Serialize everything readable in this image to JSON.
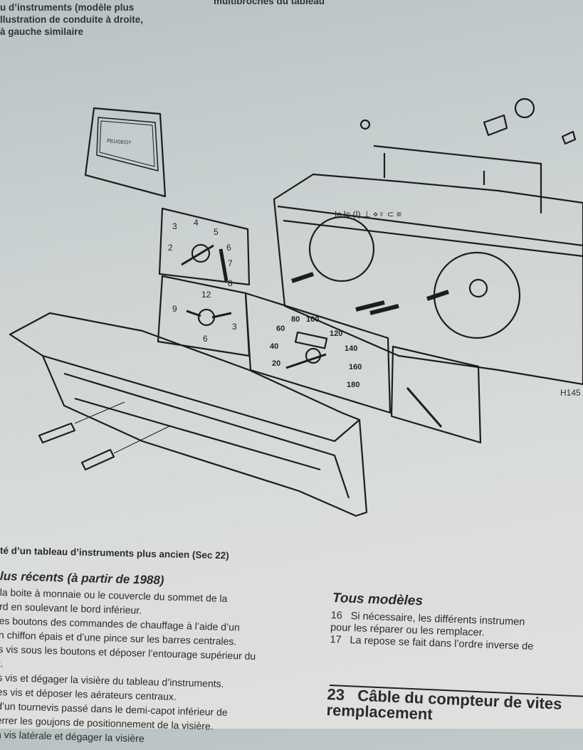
{
  "top_caption": {
    "lines": [
      "u d’instruments (modèle plus",
      "llustration de conduite à droite,",
      "à gauche similaire"
    ],
    "right_fragment": "multibroches du tableau"
  },
  "figure": {
    "panel_logo": "PEUGEOT",
    "gauge_left_labels": [
      "2",
      "3",
      "4",
      "5",
      "6",
      "7",
      "8"
    ],
    "clock_labels": [
      "12",
      "3",
      "6",
      "9"
    ],
    "speedometer_labels": [
      "20",
      "40",
      "60",
      "80",
      "100",
      "120",
      "140",
      "160",
      "180"
    ],
    "figure_code": "H145",
    "caption": "té d’un tableau d’instruments plus ancien (Sec 22)"
  },
  "left_section": {
    "heading": "lus récents (à partir de 1988)",
    "lines": [
      "la boite à monnaie ou le couvercle du sommet de la",
      "rd en soulevant le bord inférieur.",
      "es boutons des commandes de chauffage à l’aide d’un",
      "n chiffon épais et d’une pince sur les barres centrales.",
      "s vis sous les boutons et déposer l’entourage supérieur du",
      "t.",
      "s vis et dégager la visière du tableau d’instruments.",
      "es vis et déposer les aérateurs centraux.",
      "d’un tournevis passé dans le demi-capot inférieur de",
      "errer les goujons de positionnement de la visière.",
      "a vis latérale et dégager la visière"
    ]
  },
  "right_section": {
    "heading": "Tous modèles",
    "items": [
      {
        "num": "16",
        "text": "Si nécessaire, les différents instrumen"
      },
      {
        "num": "",
        "text": "pour les réparer ou les remplacer."
      },
      {
        "num": "17",
        "text": "La repose se fait dans l’ordre inverse de"
      }
    ],
    "section_number": "23",
    "section_title_1": "Câble du compteur de vites",
    "section_title_2": "remplacement"
  }
}
